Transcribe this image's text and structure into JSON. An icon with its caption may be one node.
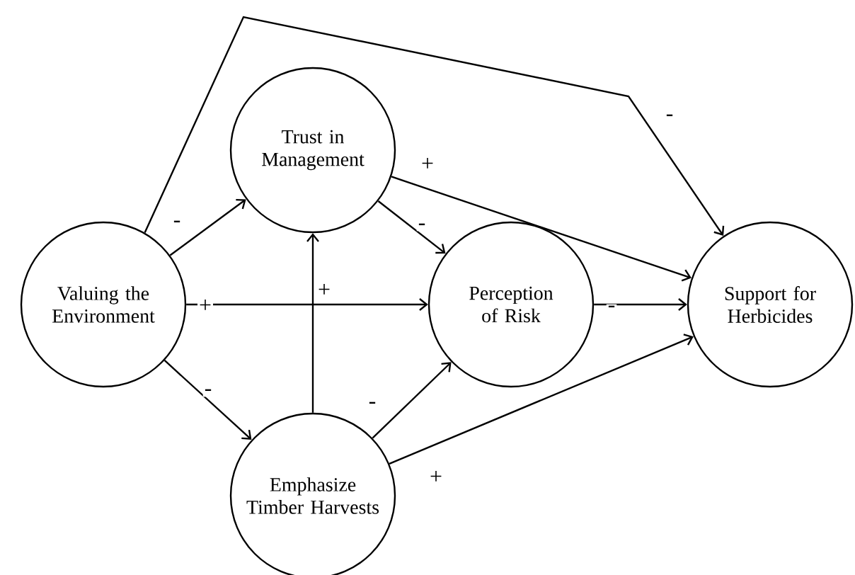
{
  "diagram": {
    "nodes": [
      {
        "text": [
          "Valuing the Environment"
        ]
      },
      {
        "text": [
          "Trust in Management"
        ]
      },
      {
        "text": [
          "Perception of Risk"
        ]
      },
      {
        "text": [
          "Support for Herbicides"
        ]
      },
      {
        "text": [
          "Emphasize Timber Harvests"
        ]
      }
    ],
    "edges": [
      {
        "from": 0,
        "to": 1,
        "arrow": "to",
        "label": "-"
      },
      {
        "from": 0,
        "to": 2,
        "arrow": "to",
        "label": "+"
      },
      {
        "from": 0,
        "to": 4,
        "arrow": "to",
        "label": "-"
      },
      {
        "from": 0,
        "to": 3,
        "arrow": "to",
        "label": "-"
      },
      {
        "from": 1,
        "to": 2,
        "arrow": "to",
        "label": "-"
      },
      {
        "from": 1,
        "to": 3,
        "arrow": "to",
        "label": "+"
      },
      {
        "from": 4,
        "to": 1,
        "arrow": "to",
        "label": "+"
      },
      {
        "from": 4,
        "to": 2,
        "arrow": "to",
        "label": "-"
      },
      {
        "from": 4,
        "to": 3,
        "arrow": "to",
        "label": "+"
      },
      {
        "from": 2,
        "to": 3,
        "arrow": "to",
        "label": "-"
      }
    ]
  }
}
